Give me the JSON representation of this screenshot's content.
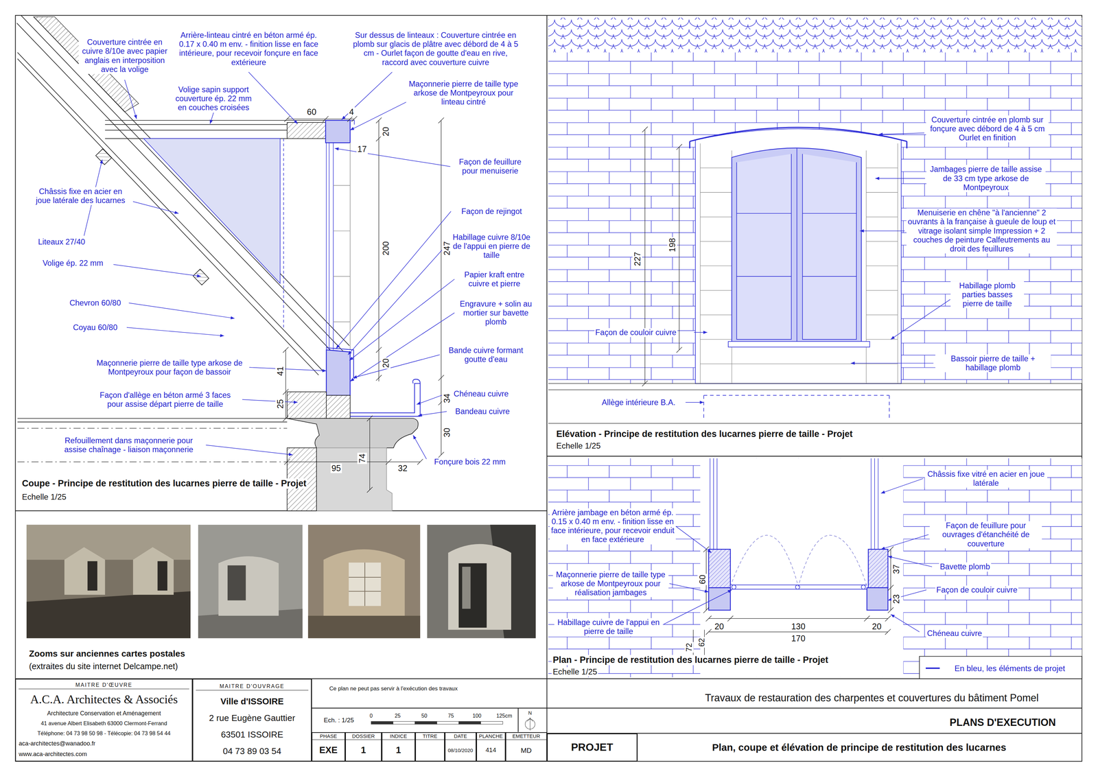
{
  "diagram": {
    "title": "Plan, coupe et élévation de principe de restitution des lucarnes",
    "nodes": [
      {
        "text": [
          "MAITRE D'ŒUVRE",
          "A.C.A. Architectes & Associés",
          "Architecture Conservation et Aménagement",
          "41 avenue Albert Elisabeth 63000 Clermont-Ferrand",
          "Téléphone: 04 73 98 50 98 - Télécopie: 04 73 98 54 44",
          "aca-architectes@wanadoo.fr",
          "www.aca-architectes.com"
        ]
      },
      {
        "text": [
          "MAITRE D'OUVRAGE",
          "Ville d'ISSOIRE",
          "2 rue Eugène Gauttier",
          "63501 ISSOIRE",
          "04 73 89 03 54"
        ]
      },
      {
        "text": [
          "PHASE",
          "EXE"
        ]
      },
      {
        "text": [
          "DOSSIER",
          "1"
        ]
      },
      {
        "text": [
          "INDICE",
          "1"
        ]
      },
      {
        "text": [
          "TITRE"
        ]
      },
      {
        "text": [
          "DATE",
          "08/10/2020"
        ]
      },
      {
        "text": [
          "PLANCHE",
          "414"
        ]
      },
      {
        "text": [
          "EMETTEUR",
          "MD"
        ]
      },
      {
        "text": [
          "PROJET"
        ]
      }
    ],
    "labels": [
      "Couverture cintrée en cuivre 8/10e avec papier anglais en interposition avec la volige",
      "Arrière-linteau cintré en béton armé ép. 0.17 x 0.40 m env. - finition lisse en face intérieure, pour recevoir fonçure en face extérieure",
      "Sur dessus de linteaux : Couverture cintrée en plomb sur glacis de plâtre avec débord de 4 à 5 cm - Ourlet façon de goutte d'eau en rive, raccord avec couverture cuivre",
      "Volige sapin support couverture ép. 22 mm en couches croisées",
      "60",
      "4",
      "Maçonnerie pierre de taille type arkose de Montpeyroux pour linteau cintré",
      "20",
      "17",
      "Façon de feuillure pour menuiserie",
      "Châssis fixe en acier en joue latérale des lucarnes",
      "Façon de rejingot",
      "Liteaux 27/40",
      "Habillage cuivre 8/10e de l'appui en pierre de taille",
      "200",
      "247",
      "Volige ép. 22 mm",
      "Papier kraft entre cuivre et pierre",
      "Chevron 60/80",
      "Engravure + solin au mortier sur bavette plomb",
      "Coyau 60/80",
      "Bande cuivre formant goutte d'eau",
      "Maçonnerie pierre de taille type arkose de Montpeyroux pour façon de bassoir",
      "41",
      "20",
      "Chéneau cuivre",
      "34",
      "Façon d'allège en béton armé 3 faces pour assise départ pierre de taille",
      "25",
      "Bandeau cuivre",
      "30",
      "Refouillement dans maçonnerie pour assise chaînage - liaison maçonnerie",
      "74",
      "95",
      "32",
      "Fonçure bois 22 mm",
      "Coupe - Principe de restitution des lucarnes pierre de taille - Projet",
      "Echelle 1/25",
      "Couverture cintrée en plomb sur fonçure avec débord de 4 à 5 cm Ourlet en finition",
      "Jambages pierre de taille assise de 33 cm type arkose de Montpeyroux",
      "Menuiserie en chêne \"à l'ancienne\" 2 ouvrants à la française à gueule de loup et vitrage isolant simple Impression + 2 couches de peinture Calfeutrements au droit des feuillures",
      "227",
      "198",
      "Habillage plomb parties basses pierre de taille",
      "Façon de couloir cuivre",
      "Bassoir pierre de taille + habillage plomb",
      "Allège intérieure B.A.",
      "Elévation - Principe de restitution des lucarnes pierre de taille - Projet",
      "Echelle 1/25",
      "Châssis fixe vitré en acier en joue latérale",
      "Arrière jambage en béton armé ép. 0.15 x 0.40 m env. - finition lisse en face intérieure, pour recevoir enduit en face extérieure",
      "Façon de feuillure pour ouvrages d'étanchéité de couverture",
      "Bavette plomb",
      "37",
      "Maçonnerie pierre de taille type arkose de Montpeyroux pour réalisation jambages",
      "60",
      "Façon de couloir cuivre",
      "23",
      "Habillage cuivre de l'appui en pierre de taille",
      "20",
      "130",
      "20",
      "170",
      "72",
      "62",
      "Chéneau cuivre",
      "Plan - Principe de restitution des lucarnes pierre de taille - Projet",
      "Echelle 1/25",
      "Zooms sur anciennes cartes postales",
      "(extraites du site internet Delcampe.net)",
      "Travaux de restauration des charpentes et couvertures du bâtiment Pomel",
      "PLANS D'EXECUTION",
      "Ech. : 1/25",
      "0",
      "25",
      "50",
      "75",
      "100",
      "125cm",
      "N",
      "Ce plan ne peut pas servir à l'exécution des travaux"
    ],
    "legend": [
      {
        "text": "En bleu, les éléments de projet"
      }
    ]
  }
}
